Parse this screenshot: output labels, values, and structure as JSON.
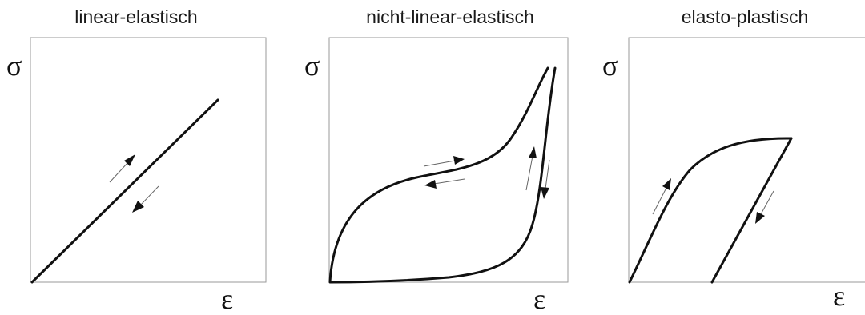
{
  "panels": [
    {
      "title": "linear-elastisch",
      "y_symbol": "σ",
      "x_symbol": "ε"
    },
    {
      "title": "nicht-linear-elastisch",
      "y_symbol": "σ",
      "x_symbol": "ε"
    },
    {
      "title": "elasto-plastisch",
      "y_symbol": "σ",
      "x_symbol": "ε"
    }
  ],
  "colors": {
    "curve": "#111111",
    "box": "#9a9a9a",
    "arrow_thin": "#666666"
  }
}
